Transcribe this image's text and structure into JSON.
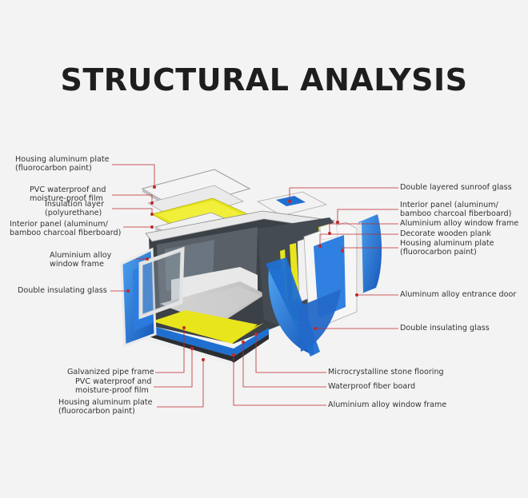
{
  "title": "STRUCTURAL ANALYSIS",
  "colors": {
    "accent_line": "#c0292b",
    "blue": "#1f6fd1",
    "yellow": "#e9e51c",
    "frame": "#3c4147"
  },
  "labels_left": [
    "Housing aluminum plate\n(fluorocarbon paint)",
    "PVC waterproof and\nmoisture-proof film",
    "Insulation layer\n(polyurethane)",
    "Interior panel (aluminum/\nbamboo charcoal fiberboard)",
    "Aluminium alloy\nwindow frame",
    "Double insulating glass"
  ],
  "labels_right": [
    "Double layered sunroof glass",
    "Interior panel (aluminum/\nbamboo charcoal fiberboard)",
    "Aluminium alloy window frame",
    "Decorate wooden plank",
    "Housing aluminum plate\n(fluorocarbon paint)",
    "Aluminum alloy entrance door",
    "Double insulating glass"
  ],
  "labels_bottom_left": [
    "Galvanized pipe frame",
    "PVC waterproof and\nmoisture-proof film",
    "Housing aluminum plate\n(fluorocarbon paint)"
  ],
  "labels_bottom_right": [
    "Microcrystalline stone flooring",
    "Waterproof fiber board",
    "Aluminium alloy window frame"
  ]
}
